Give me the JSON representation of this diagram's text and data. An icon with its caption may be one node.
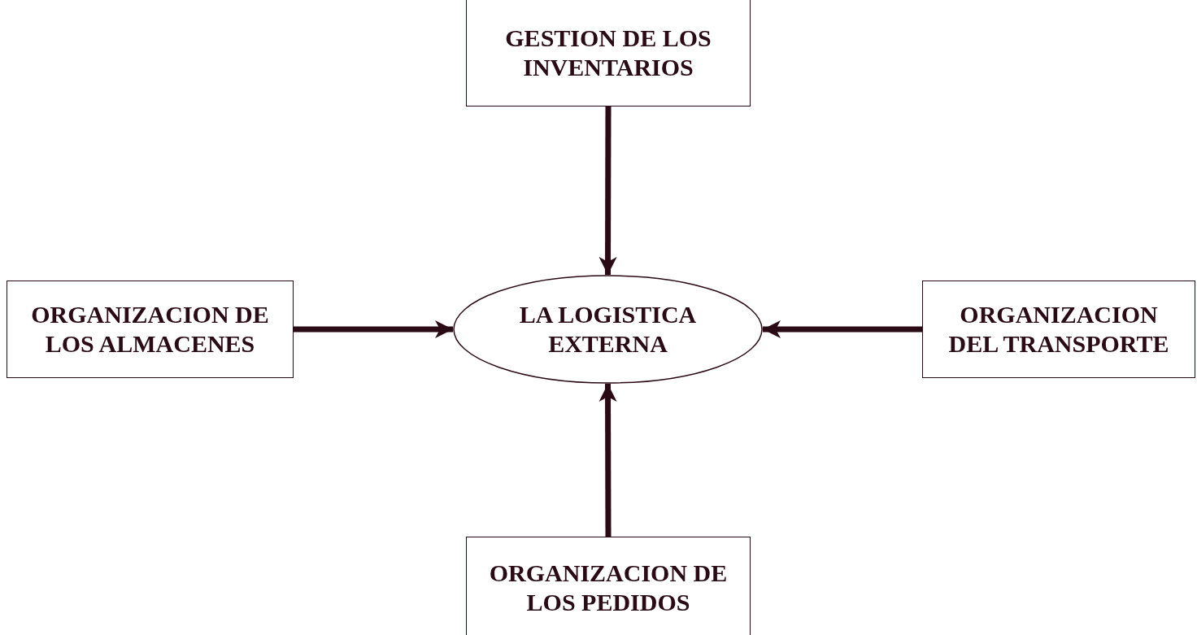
{
  "diagram": {
    "nodes": [
      {
        "text": [
          "GESTION DE LOS INVENTARIOS"
        ]
      },
      {
        "text": [
          "ORGANIZACION DE LOS ALMACENES"
        ]
      },
      {
        "text": [
          "LA LOGISTICA EXTERNA"
        ]
      },
      {
        "text": [
          "ORGANIZACION DEL TRANSPORTE"
        ]
      },
      {
        "text": [
          "ORGANIZACION DE LOS PEDIDOS"
        ]
      }
    ],
    "edges": [
      {
        "from": 0,
        "to": 2,
        "arrow": "to"
      },
      {
        "from": 1,
        "to": 2,
        "arrow": "to"
      },
      {
        "from": 3,
        "to": 2,
        "arrow": "to"
      },
      {
        "from": 4,
        "to": 2,
        "arrow": "to"
      }
    ]
  }
}
